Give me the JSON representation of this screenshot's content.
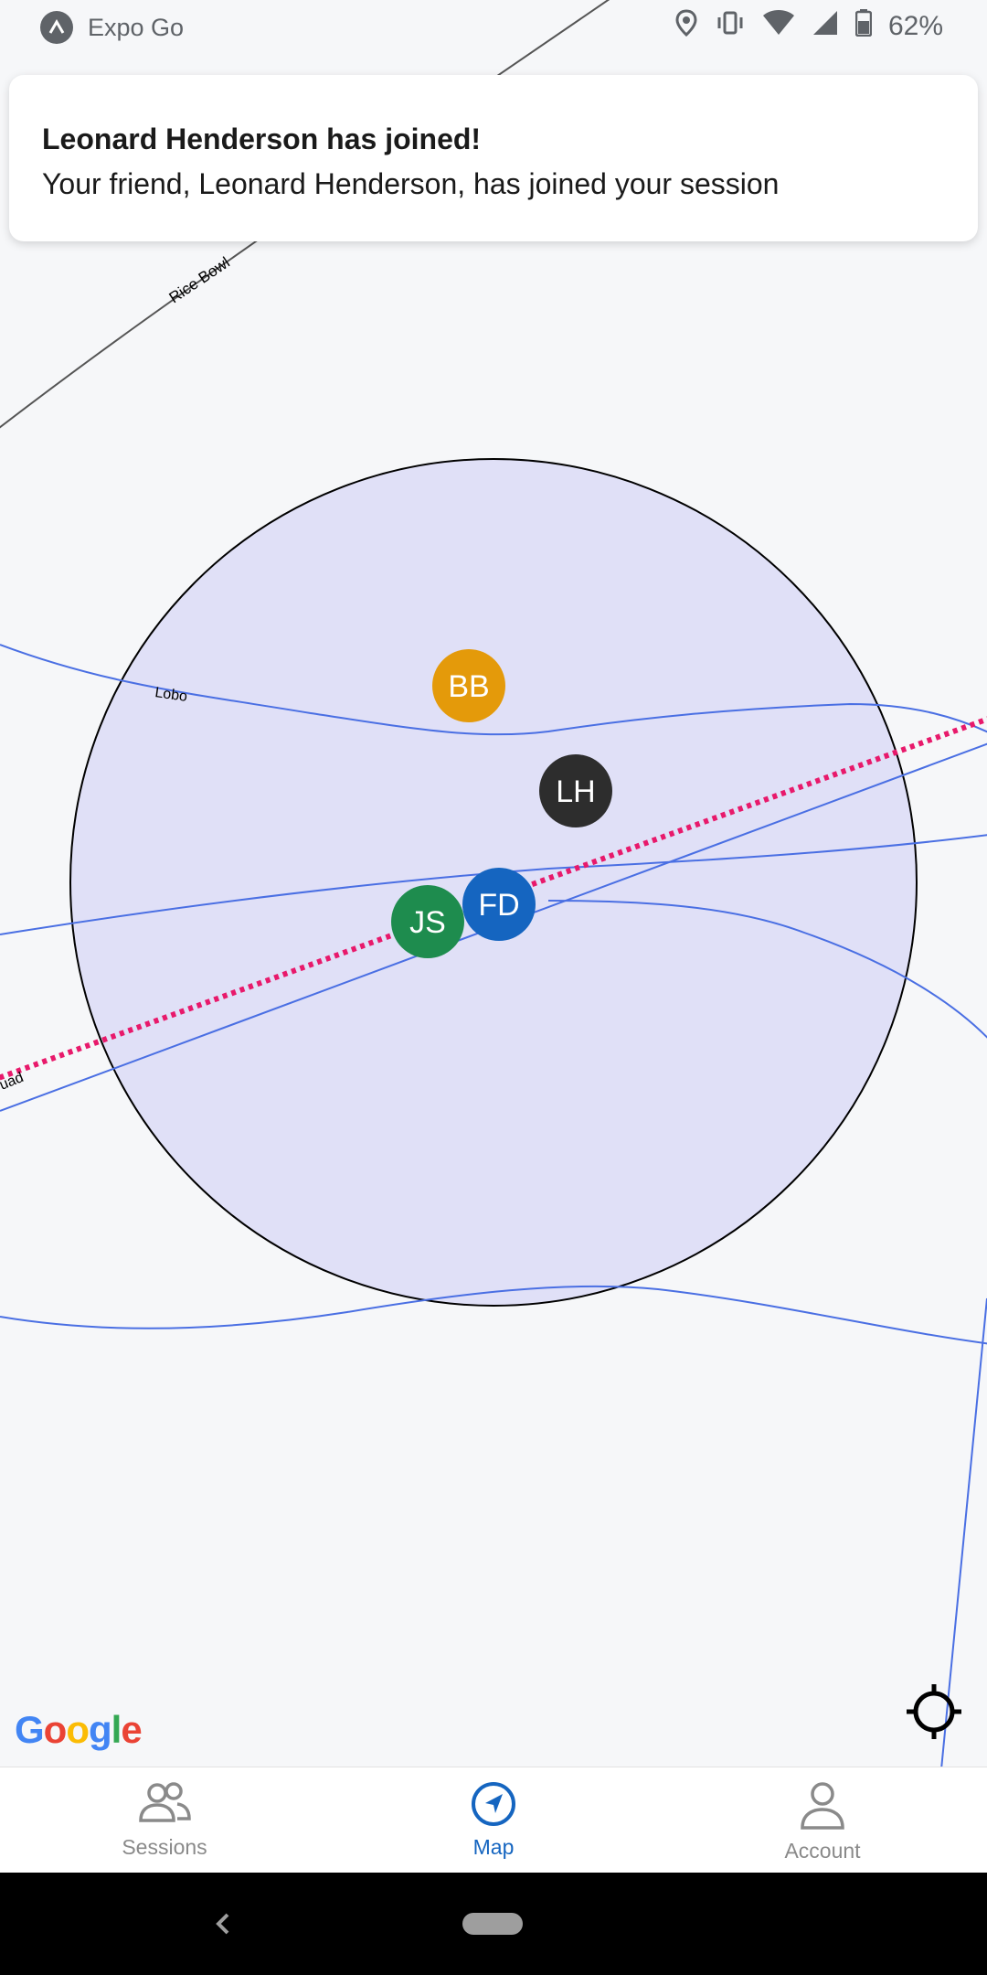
{
  "status_bar": {
    "app_name": "Expo Go",
    "battery": "62%"
  },
  "toast": {
    "title": "Leonard Henderson has joined!",
    "message": "Your friend, Leonard Henderson, has joined your session"
  },
  "map": {
    "street_labels": [
      "Rice Bowl",
      "Lobo",
      "uad"
    ],
    "session_radius_fill": "#e0e0f7",
    "route_color": "#e8196b",
    "road_color": "#4a6fe3",
    "markers": [
      {
        "initials": "BB",
        "color": "#e49a0a"
      },
      {
        "initials": "LH",
        "color": "#2d2d2d"
      },
      {
        "initials": "JS",
        "color": "#1e8c4e"
      },
      {
        "initials": "FD",
        "color": "#1565c0"
      }
    ],
    "attribution": "Google"
  },
  "bottom_nav": {
    "items": [
      {
        "label": "Sessions",
        "icon": "people-icon",
        "active": false
      },
      {
        "label": "Map",
        "icon": "navigation-icon",
        "active": true
      },
      {
        "label": "Account",
        "icon": "person-icon",
        "active": false
      }
    ],
    "active_color": "#1565c0",
    "inactive_color": "#8a8a8a"
  }
}
